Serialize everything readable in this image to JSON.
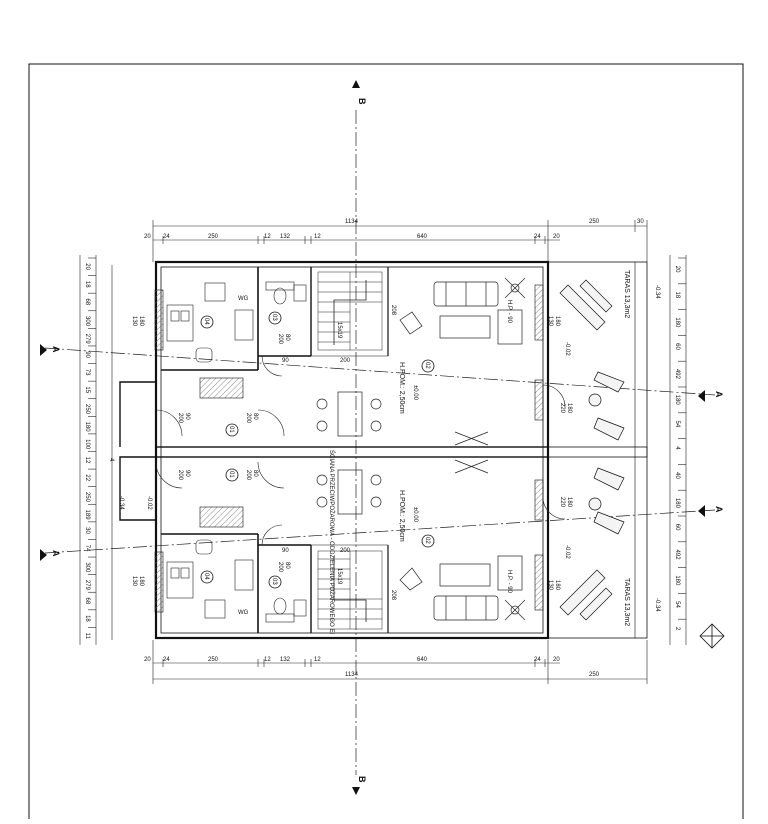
{
  "sections": {
    "a": "A",
    "b": "B"
  },
  "top_dims": {
    "overall": "1134",
    "terrace_w": "250",
    "terrace_off": "30",
    "chain": [
      "20",
      "24",
      "250",
      "12",
      "132",
      "12",
      "640",
      "24",
      "20"
    ]
  },
  "bottom_dims": {
    "overall": "1134",
    "terrace_w": "250",
    "chain": [
      "20",
      "24",
      "250",
      "12",
      "132",
      "12",
      "640",
      "24",
      "20"
    ]
  },
  "left_dims": [
    "20",
    "18",
    "68",
    "300",
    "279",
    "90",
    "73",
    "15",
    "250",
    "180",
    "100",
    "12",
    "22",
    "250",
    "189",
    "30",
    "74",
    "300",
    "279",
    "68",
    "18",
    "11"
  ],
  "right_dims": [
    "20",
    "18",
    "180",
    "60",
    "492",
    "180",
    "54",
    "4",
    "40",
    "180",
    "60",
    "492",
    "180",
    "54",
    "2"
  ],
  "rooms": {
    "unit1": {
      "kitchen": "04",
      "bath": "03",
      "hall": "01",
      "living": "02",
      "height": "H.POM.: 2,50cm",
      "level": "±0.00"
    },
    "unit2": {
      "kitchen": "04",
      "bath": "03",
      "hall": "01",
      "living": "02",
      "height": "H.POM.: 2,50cm",
      "level": "±0.00"
    }
  },
  "openings": {
    "door_90_200": "90\n200",
    "door_80_200": "80\n200",
    "window_180_130": "180\n130",
    "window_180_220": "180\n220",
    "window_top_180": "180",
    "window_top_130": "130",
    "stairs": "15x19"
  },
  "labels": {
    "wg": "WG",
    "terrace": "TARAS 13,3m2",
    "lvl_minus034": "-0.34",
    "lvl_minus002": "-0.02",
    "hp": "H.P. - 90",
    "wall_note": "ŚCIANA PRZECIWPOŻAROWA - ODDZIELENIA POŻAROWEGO EI",
    "dim_208": "208",
    "dim_200": "200",
    "dim_90": "90",
    "dim_80": "80",
    "dim_4": "4"
  },
  "colors": {
    "line": "#111111",
    "thin": "#444444",
    "hatch": "#6a6a6a"
  }
}
